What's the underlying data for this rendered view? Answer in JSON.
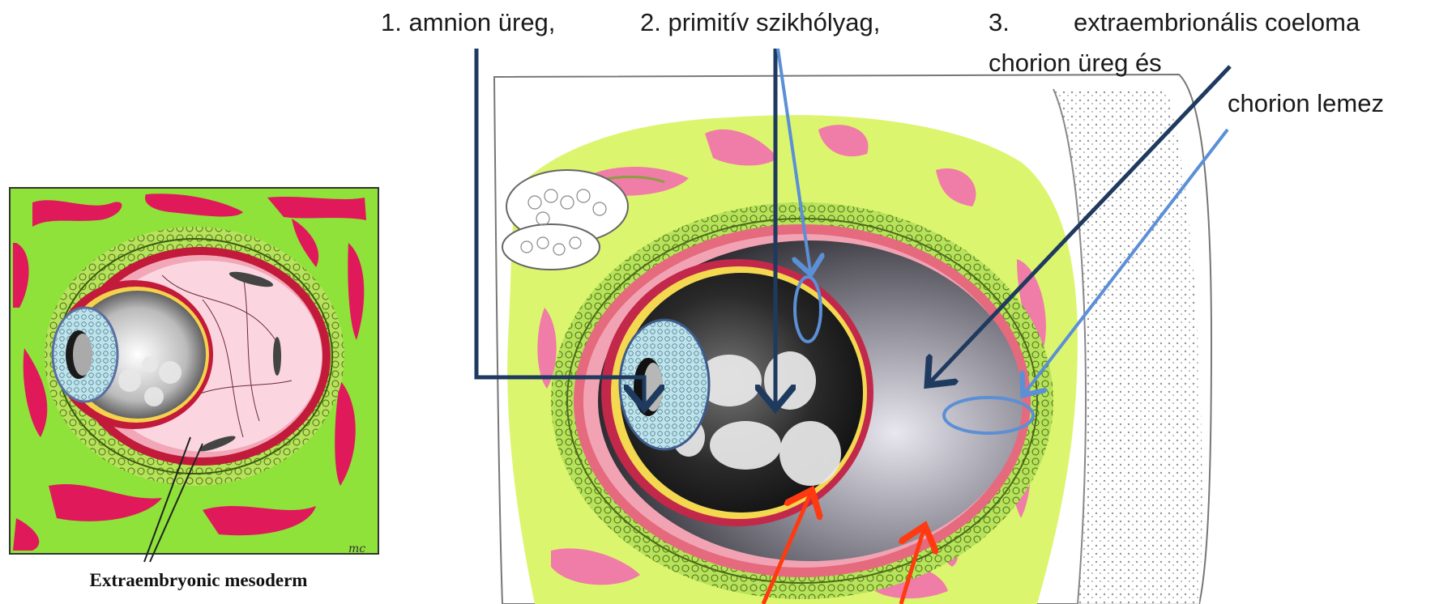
{
  "labels": {
    "amnion": "1. amnion üreg,",
    "yolk": "2. primitív szikhólyag,",
    "num3": "3.",
    "coeloma": "extraembrionális coeloma",
    "chorion_cavity": "chorion üreg és",
    "chorion_plate": "chorion lemez"
  },
  "left_figure": {
    "caption": "Extraembryonic mesoderm",
    "signature": "mc"
  },
  "colors": {
    "navy_arrow": "#1f3a5f",
    "blue_arrow": "#5b8fd6",
    "red_arrow": "#ff3a10",
    "green_tissue": "#c8f068",
    "pink_tissue": "#f07ca8",
    "magenta_lacunae": "#e0195a"
  }
}
